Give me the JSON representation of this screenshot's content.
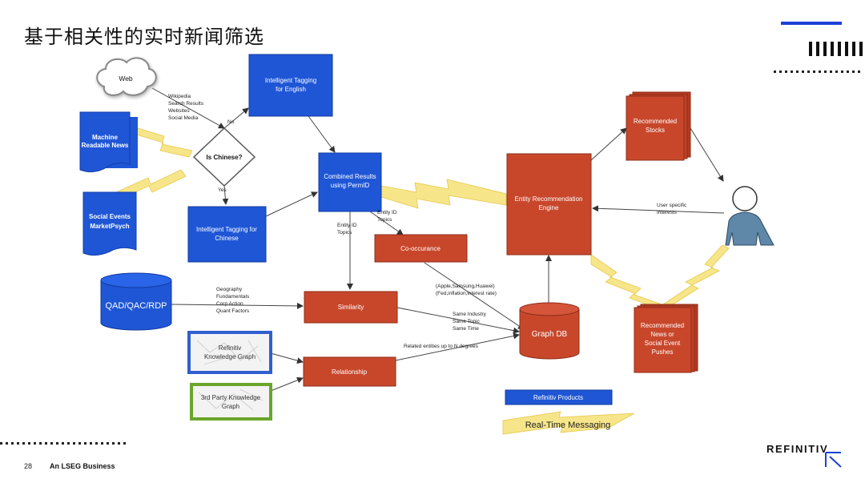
{
  "title": "基于相关性的实时新闻筛选",
  "nodes": {
    "web": "Web",
    "machine_news": [
      "Machine",
      "Readable News"
    ],
    "social_events": [
      "Social Events",
      "MarketPsych"
    ],
    "is_chinese": "Is Chinese?",
    "tag_english": [
      "Intelligent Tagging",
      "for English"
    ],
    "tag_chinese": [
      "Intelligent Tagging for",
      "Chinese"
    ],
    "combined": [
      "Combined Results",
      "using PermID"
    ],
    "cooccurance": "Co-occurance",
    "qad": "QAD/QAC/RDP",
    "similarity": "Similarity",
    "refinitiv_kg": [
      "Refinitiv",
      "Knowledge Graph"
    ],
    "third_party_kg": [
      "3rd Party Knowledge",
      "Graph"
    ],
    "relationship": "Relationship",
    "graph_db": "Graph DB",
    "engine": [
      "Entity Recommendation",
      "Engine"
    ],
    "rec_stocks": [
      "Recommended",
      "Stocks"
    ],
    "rec_news": [
      "Recommended",
      "News or",
      "Social Event",
      "Pushes"
    ]
  },
  "edge_labels": {
    "web_sources": [
      "Wikipedia",
      "Search Results",
      "Websites",
      "Social Media"
    ],
    "no": "No",
    "yes": "Yes",
    "entity_topics_a": [
      "Entity ID",
      "Topics"
    ],
    "entity_topics_b": [
      "Entity ID",
      "Topics"
    ],
    "qad_fields": [
      "Geography",
      "Fundamentals",
      "Corp Action",
      "Quant Factors"
    ],
    "cooc_examples": [
      "(Apple,Samsung,Huawei)",
      "(Fed,inflation,interest rate)"
    ],
    "same_fields": [
      "Same Industry",
      "Same Topic",
      "Same Time"
    ],
    "related_entities": "Related entities up to N degrees",
    "user_interests": [
      "User specific",
      "Interests"
    ]
  },
  "legend": {
    "products": "Refinitiv Products",
    "messaging": "Real-Time Messaging"
  },
  "colors": {
    "blue_box": "#1f56d6",
    "red_box": "#c8472b",
    "bolt": "#f7e58a",
    "person": "#5e87a8",
    "kg_blue_border": "#2f5fd0",
    "kg_green_border": "#6aa52c"
  },
  "footer": {
    "page_number": "28",
    "company": "An LSEG Business",
    "brand": "REFINITIV"
  }
}
